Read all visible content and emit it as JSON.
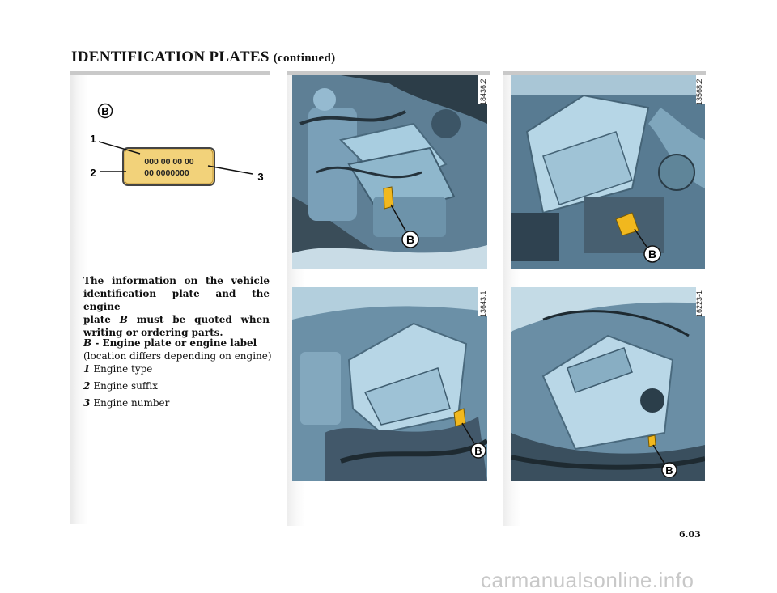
{
  "header": {
    "title": "IDENTIFICATION PLATES",
    "continued": "(continued)"
  },
  "plate_diagram": {
    "plate_label": "B",
    "line1": "000 00 00 00",
    "line2": "00 0000000",
    "callouts": [
      "1",
      "2",
      "3"
    ],
    "plate_color": "#f2d27a"
  },
  "description": {
    "line1": "The information on the vehicle",
    "line2": "identification plate and the engine",
    "line3_a": "plate ",
    "line3_b": "B",
    "line3_c": " must be quoted when",
    "line4": "writing or ordering parts."
  },
  "engine_plate": {
    "letter": "B",
    "heading": " - Engine plate or engine label",
    "location": "(location differs depending on engine)",
    "items": [
      {
        "num": "1",
        "label": "Engine type"
      },
      {
        "num": "2",
        "label": "Engine suffix"
      },
      {
        "num": "3",
        "label": "Engine number"
      }
    ]
  },
  "photos": [
    {
      "ref": "18436.2",
      "marker": "B"
    },
    {
      "ref": "13568.2",
      "marker": "B"
    },
    {
      "ref": "13643.1",
      "marker": "B"
    },
    {
      "ref": "16223-1",
      "marker": "B"
    }
  ],
  "page_number": "6.03",
  "watermark": "carmanualsonline.info"
}
